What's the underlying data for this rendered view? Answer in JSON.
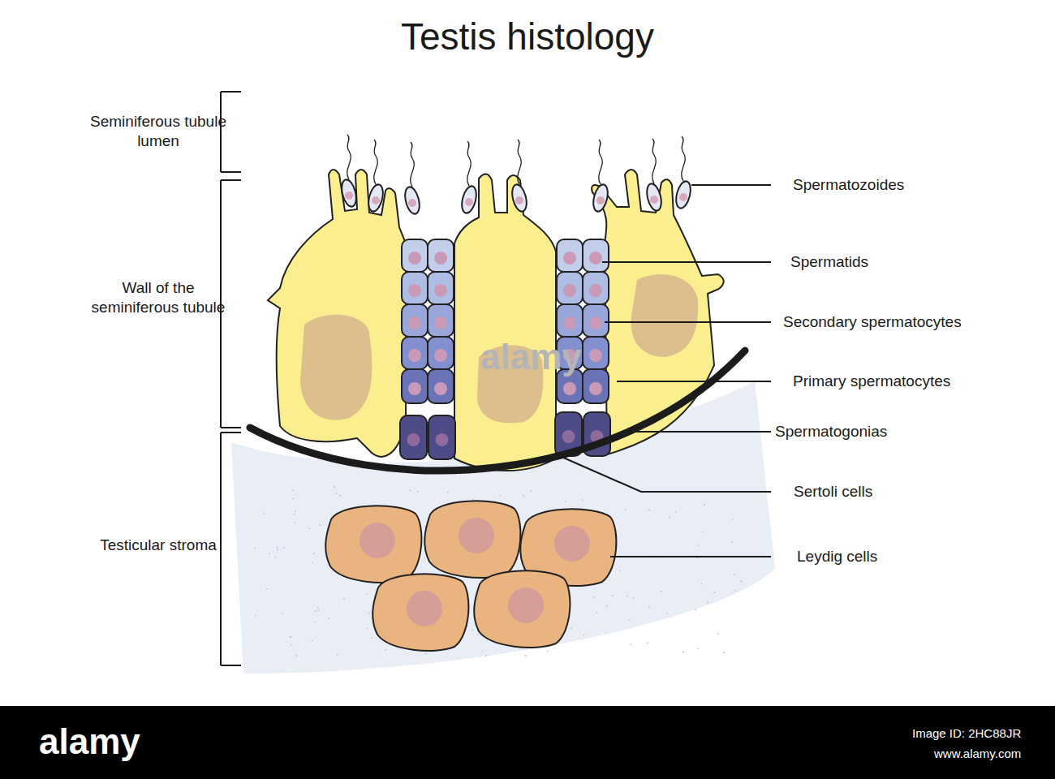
{
  "diagram": {
    "title": "Testis histology",
    "labels": [
      "Seminiferous tubule lumen",
      "Wall of the seminiferous tubule",
      "Testicular stroma",
      "Spermatozoides",
      "Spermatids",
      "Secondary spermatocytes",
      "Primary spermatocytes",
      "Spermatogonias",
      "Sertoli cells",
      "Leydig cells",
      "alamy",
      "alamy",
      "Image ID: 2HC88JR",
      "www.alamy.com"
    ]
  }
}
